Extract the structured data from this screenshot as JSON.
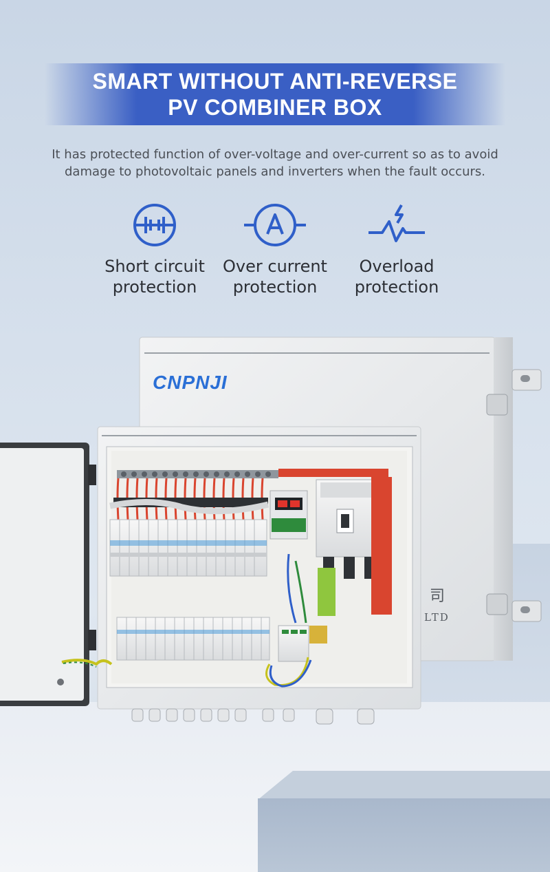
{
  "header": {
    "title_line1": "SMART WITHOUT ANTI-REVERSE",
    "title_line2": "PV COMBINER BOX"
  },
  "description": "It has protected function of over-voltage and over-current so as to avoid damage to photovoltaic panels and inverters when the fault occurs.",
  "features": [
    {
      "icon": "short-circuit-icon",
      "line1": "Short circuit",
      "line2": "protection"
    },
    {
      "icon": "ammeter-icon",
      "line1": "Over current",
      "line2": "protection"
    },
    {
      "icon": "overload-icon",
      "line1": "Overload",
      "line2": "protection"
    }
  ],
  "product": {
    "brand": "CNPNJI",
    "nameplate_char": "司",
    "nameplate_text": "LTD"
  },
  "colors": {
    "accent": "#3a5fc4",
    "icon_blue": "#2f5fc9",
    "brand_blue": "#2a6fd6",
    "enclosure": "#eceef0",
    "busbar": "#d9452f"
  }
}
